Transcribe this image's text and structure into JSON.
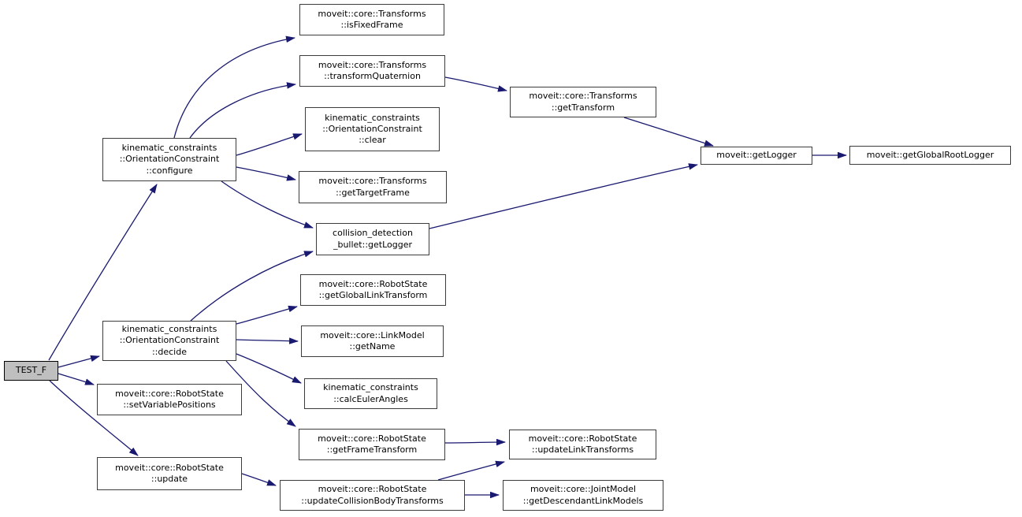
{
  "diagram": {
    "type": "call-graph",
    "background_color": "#ffffff",
    "edge_color": "#191970",
    "node_border_color": "#3c3c3c",
    "root_node_fill": "#bfbfbf",
    "nodes": [
      {
        "id": "test_f",
        "label": "TEST_F",
        "root": true
      },
      {
        "id": "configure",
        "label": "kinematic_constraints\n::OrientationConstraint\n::configure"
      },
      {
        "id": "is_fixed_frame",
        "label": "moveit::core::Transforms\n::isFixedFrame"
      },
      {
        "id": "transform_quaternion",
        "label": "moveit::core::Transforms\n::transformQuaternion"
      },
      {
        "id": "clear",
        "label": "kinematic_constraints\n::OrientationConstraint\n::clear"
      },
      {
        "id": "get_target_frame",
        "label": "moveit::core::Transforms\n::getTargetFrame"
      },
      {
        "id": "bullet_get_logger",
        "label": "collision_detection\n_bullet::getLogger"
      },
      {
        "id": "get_transform",
        "label": "moveit::core::Transforms\n::getTransform"
      },
      {
        "id": "moveit_get_logger",
        "label": "moveit::getLogger"
      },
      {
        "id": "get_global_root_logger",
        "label": "moveit::getGlobalRootLogger"
      },
      {
        "id": "get_global_link_transform",
        "label": "moveit::core::RobotState\n::getGlobalLinkTransform"
      },
      {
        "id": "get_name",
        "label": "moveit::core::LinkModel\n::getName"
      },
      {
        "id": "decide",
        "label": "kinematic_constraints\n::OrientationConstraint\n::decide"
      },
      {
        "id": "calc_euler_angles",
        "label": "kinematic_constraints\n::calcEulerAngles"
      },
      {
        "id": "set_variable_positions",
        "label": "moveit::core::RobotState\n::setVariablePositions"
      },
      {
        "id": "get_frame_transform",
        "label": "moveit::core::RobotState\n::getFrameTransform"
      },
      {
        "id": "update",
        "label": "moveit::core::RobotState\n::update"
      },
      {
        "id": "update_collision_body_transforms",
        "label": "moveit::core::RobotState\n::updateCollisionBodyTransforms"
      },
      {
        "id": "update_link_transforms",
        "label": "moveit::core::RobotState\n::updateLinkTransforms"
      },
      {
        "id": "get_descendant_link_models",
        "label": "moveit::core::JointModel\n::getDescendantLinkModels"
      }
    ],
    "edges": [
      {
        "from": "test_f",
        "to": "configure"
      },
      {
        "from": "test_f",
        "to": "decide"
      },
      {
        "from": "test_f",
        "to": "set_variable_positions"
      },
      {
        "from": "test_f",
        "to": "update"
      },
      {
        "from": "configure",
        "to": "is_fixed_frame"
      },
      {
        "from": "configure",
        "to": "transform_quaternion"
      },
      {
        "from": "configure",
        "to": "clear"
      },
      {
        "from": "configure",
        "to": "get_target_frame"
      },
      {
        "from": "configure",
        "to": "bullet_get_logger"
      },
      {
        "from": "decide",
        "to": "bullet_get_logger"
      },
      {
        "from": "decide",
        "to": "get_global_link_transform"
      },
      {
        "from": "decide",
        "to": "get_name"
      },
      {
        "from": "decide",
        "to": "calc_euler_angles"
      },
      {
        "from": "decide",
        "to": "get_frame_transform"
      },
      {
        "from": "transform_quaternion",
        "to": "get_transform"
      },
      {
        "from": "get_transform",
        "to": "moveit_get_logger"
      },
      {
        "from": "bullet_get_logger",
        "to": "moveit_get_logger"
      },
      {
        "from": "moveit_get_logger",
        "to": "get_global_root_logger"
      },
      {
        "from": "update",
        "to": "update_collision_body_transforms"
      },
      {
        "from": "get_frame_transform",
        "to": "update_link_transforms"
      },
      {
        "from": "update_collision_body_transforms",
        "to": "update_link_transforms"
      },
      {
        "from": "update_collision_body_transforms",
        "to": "get_descendant_link_models"
      }
    ]
  }
}
